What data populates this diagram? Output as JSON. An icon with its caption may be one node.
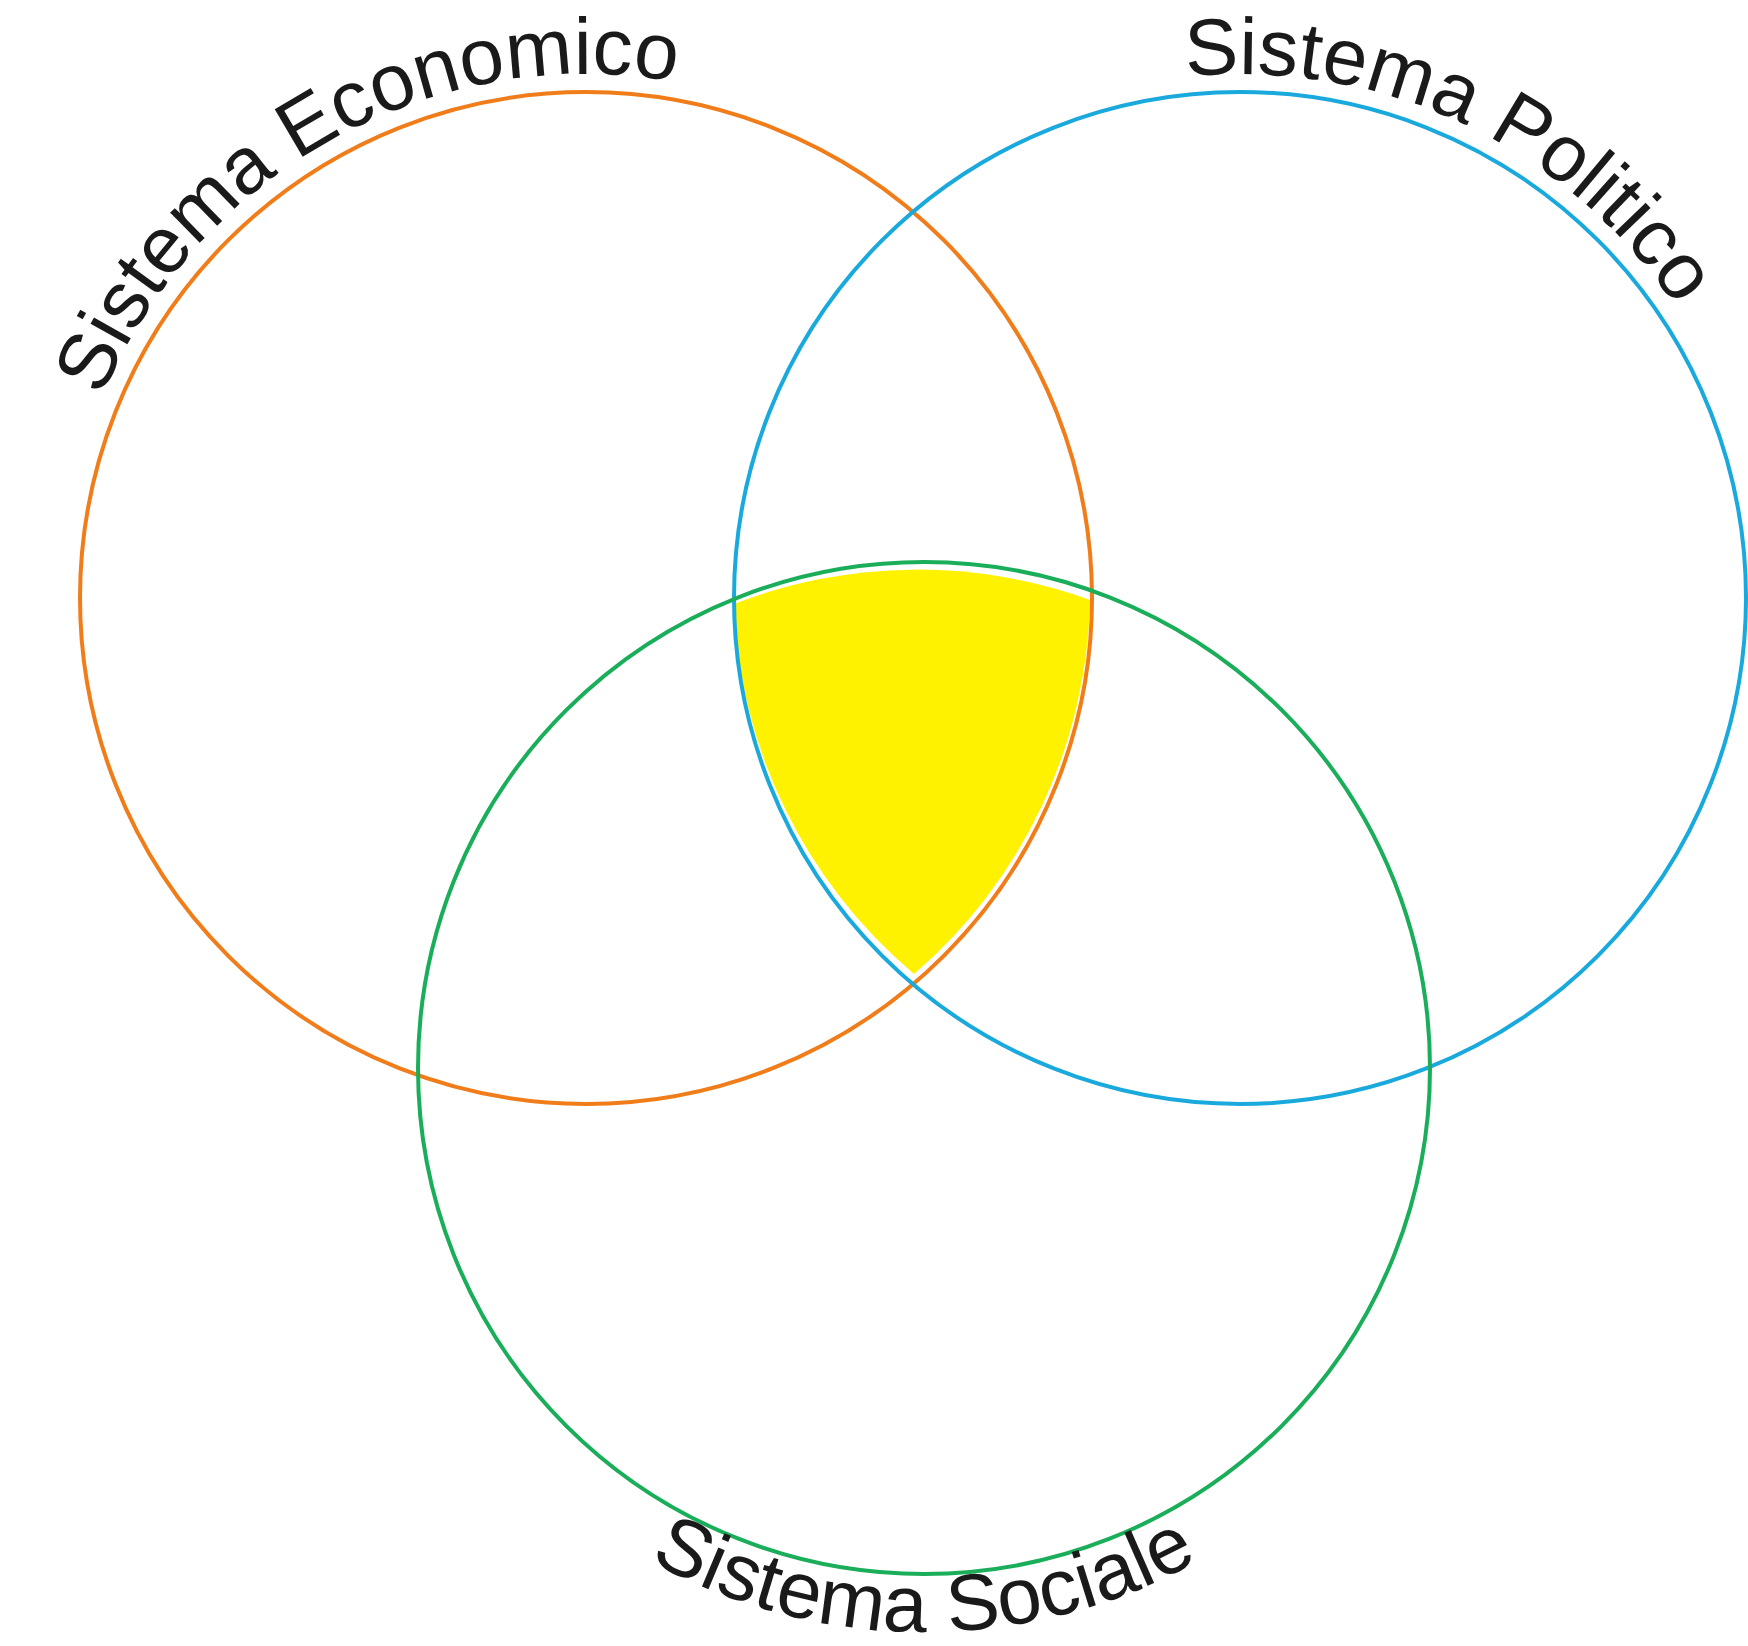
{
  "diagram": {
    "nodes": [
      {
        "text": [
          "Sistema Economico"
        ]
      },
      {
        "text": [
          "Sistema Politico"
        ]
      },
      {
        "text": [
          "Sistema Sociale"
        ]
      },
      {
        "text": [],
        "shape": "triangle"
      }
    ]
  }
}
